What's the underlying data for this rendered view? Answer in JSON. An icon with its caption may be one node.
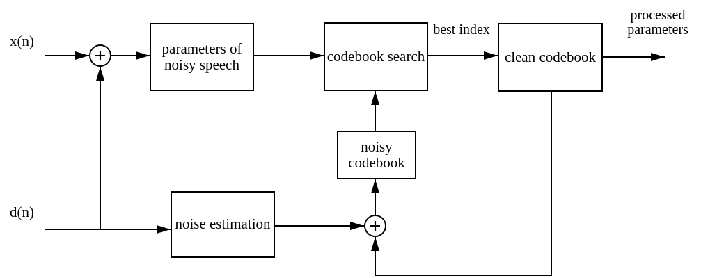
{
  "diagram": {
    "nodes": [
      {
        "text": [
          "x(n)"
        ]
      },
      {
        "text": [],
        "shape": "circle"
      },
      {
        "text": [
          "parameters of noisy speech"
        ]
      },
      {
        "text": [
          "codebook search"
        ]
      },
      {
        "text": [
          "clean codebook"
        ]
      },
      {
        "text": [
          "noisy codebook"
        ]
      },
      {
        "text": [
          "d(n)"
        ]
      },
      {
        "text": [
          "noise estimation"
        ]
      },
      {
        "text": [],
        "shape": "circle"
      }
    ],
    "edges": [
      {
        "from": 0,
        "to": 1,
        "arrow": "to"
      },
      {
        "from": 1,
        "to": 2,
        "arrow": "to"
      },
      {
        "from": 2,
        "to": 3,
        "arrow": "to"
      },
      {
        "from": 3,
        "to": 4,
        "arrow": "to",
        "label": "best index"
      },
      {
        "from": 4,
        "to": null,
        "arrow": "to",
        "label": "processed parameters"
      },
      {
        "from": 6,
        "to": 7,
        "arrow": "to"
      },
      {
        "from": 6,
        "to": 1,
        "arrow": "to"
      },
      {
        "from": 7,
        "to": 8,
        "arrow": "to"
      },
      {
        "from": 8,
        "to": 5,
        "arrow": "to"
      },
      {
        "from": 5,
        "to": 3,
        "arrow": "to"
      },
      {
        "from": 4,
        "to": 8,
        "arrow": "to"
      }
    ]
  }
}
